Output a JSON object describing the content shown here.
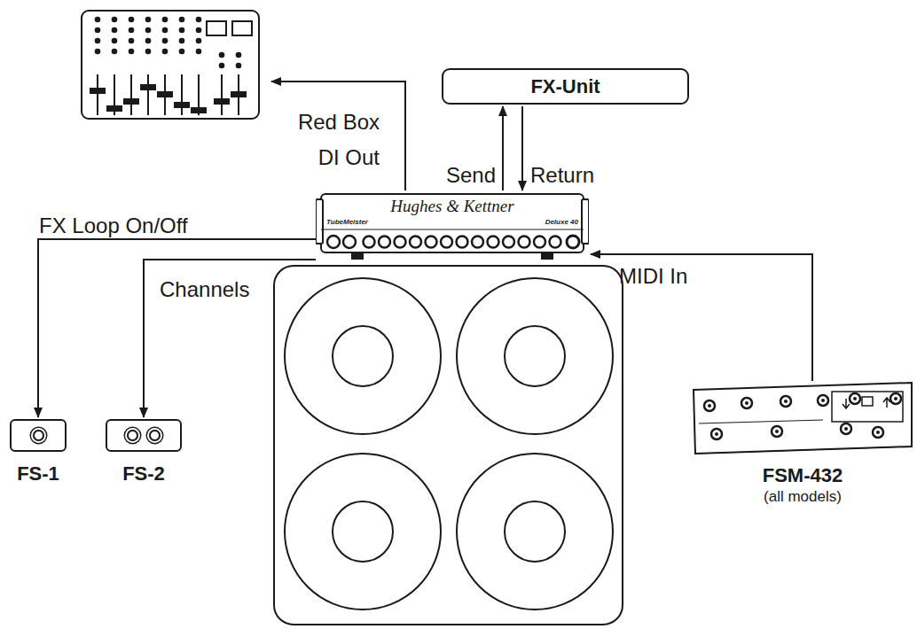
{
  "diagram": {
    "nodes": [
      {
        "text": [
          "FX-Unit"
        ]
      },
      {
        "text": [
          "TubeMeister",
          "Hughes & Kettner",
          "Deluxe 40"
        ]
      },
      {
        "text": [
          "FS-1"
        ]
      },
      {
        "text": [
          "FS-2"
        ]
      },
      {
        "text": [
          "FSM-432",
          "(all models)"
        ]
      }
    ],
    "edges": [
      {
        "from": 1,
        "to": 0,
        "label": "Send",
        "arrow": "to"
      },
      {
        "from": 0,
        "to": 1,
        "label": "Return",
        "arrow": "to"
      },
      {
        "from": 1,
        "to": 2,
        "label": "FX Loop On/Off",
        "arrow": "to"
      },
      {
        "from": 1,
        "to": 3,
        "label": "Channels",
        "arrow": "to"
      },
      {
        "from": 4,
        "to": 1,
        "label": "MIDI In",
        "arrow": "to"
      }
    ],
    "labels": [
      "Red Box DI Out"
    ]
  }
}
